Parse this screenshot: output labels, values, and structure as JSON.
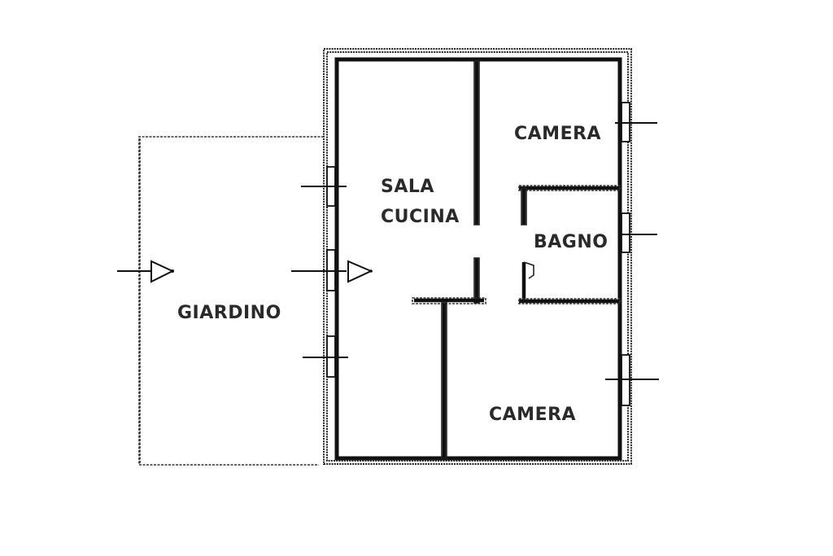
{
  "rooms": {
    "sala_cucina": [
      "SALA",
      "CUCINA"
    ],
    "camera_top": "CAMERA",
    "bagno": "BAGNO",
    "camera_bottom": "CAMERA",
    "giardino": "GIARDINO"
  },
  "colors": {
    "wall": "#111111",
    "label": "#2a2a2a",
    "background": "#ffffff"
  }
}
